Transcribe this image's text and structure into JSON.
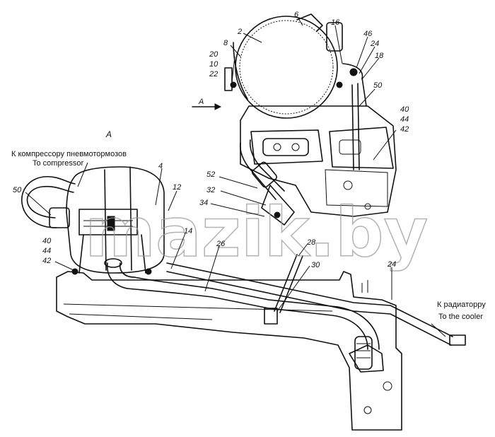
{
  "view_label": "A",
  "arrow_label": "A",
  "notes": {
    "compressor_ru": "К компрессору пневмотормозов",
    "compressor_en": "To compressor",
    "cooler_ru": "К радиаторру",
    "cooler_en": "To the cooler"
  },
  "watermark": "mazik.by",
  "callouts": {
    "c2": "2",
    "c6": "6",
    "c16": "16",
    "c8": "8",
    "c20": "20",
    "c10": "10",
    "c22": "22",
    "c46": "46",
    "c24a": "24",
    "c18": "18",
    "c50a": "50",
    "c40a": "40",
    "c44a": "44",
    "c42a": "42",
    "c4": "4",
    "c12": "12",
    "c52": "52",
    "c32": "32",
    "c34": "34",
    "c14": "14",
    "c26": "26",
    "c28": "28",
    "c30": "30",
    "c24b": "24",
    "c50b": "50",
    "c40b": "40",
    "c44b": "44",
    "c42b": "42"
  }
}
